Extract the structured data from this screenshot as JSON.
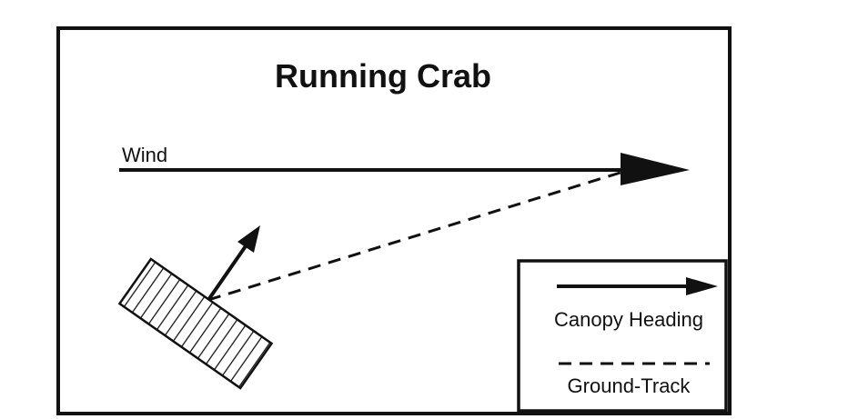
{
  "diagram": {
    "title": "Running Crab",
    "wind_label": "Wind",
    "legend": {
      "canopy_heading_label": "Canopy Heading",
      "ground_track_label": "Ground-Track"
    }
  },
  "colors": {
    "ink": "#111111",
    "background": "#ffffff"
  }
}
